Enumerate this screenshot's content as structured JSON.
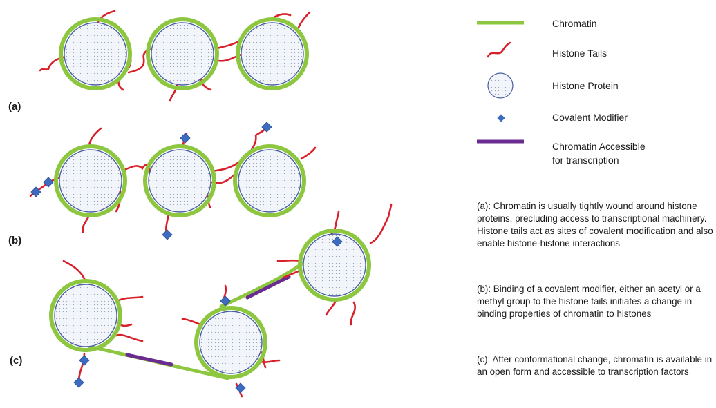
{
  "panels": {
    "a": "(a)",
    "b": "(b)",
    "c": "(c)"
  },
  "legend": {
    "chromatin": "Chromatin",
    "histone_tails": "Histone Tails",
    "histone_protein": "Histone Protein",
    "covalent_modifier": "Covalent Modifier",
    "accessible_line1": "Chromatin Accessible",
    "accessible_line2": "for transcription"
  },
  "descriptions": {
    "a": "(a): Chromatin is usually tightly wound around histone proteins, precluding access to transcriptional machinery. Histone tails act as sites of covalent modification and also enable histone-histone interactions",
    "b": "(b): Binding of a covalent modifier, either an acetyl or a methyl group to the histone tails initiates a change in binding properties of chromatin to histones",
    "c": "(c): After conformational change, chromatin is available in an open form and accessible to transcription factors"
  },
  "colors": {
    "chromatin": "#8dc63f",
    "tail": "#d9202a",
    "modifier": "#3d6bbf",
    "accessible": "#6a2c91",
    "histone_fill": "#eef3fa",
    "histone_outline": "#4a5fa5"
  }
}
